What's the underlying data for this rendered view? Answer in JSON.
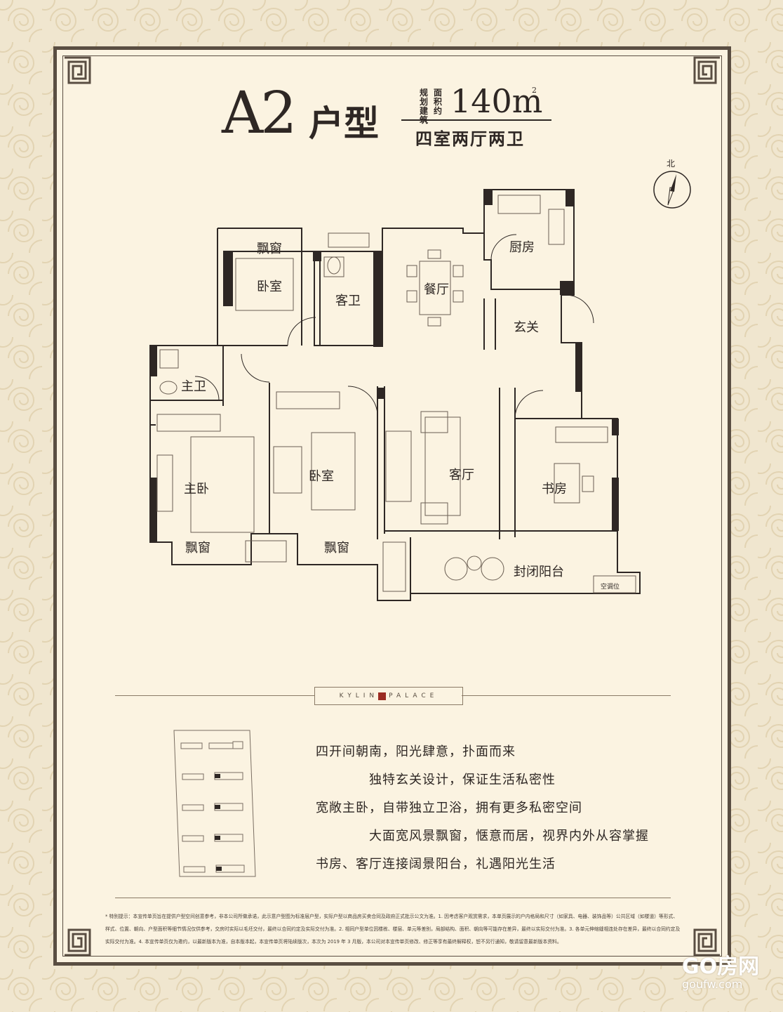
{
  "header": {
    "unit_letter": "A2",
    "unit_suffix": "户型",
    "area_labels": [
      "规划建筑",
      "面积约"
    ],
    "area_value": "140m",
    "area_unit_sup": "2",
    "room_summary": "四室两厅两卫"
  },
  "compass": {
    "label": "北"
  },
  "rooms": {
    "bay_window_top": "飘窗",
    "bedroom_north": "卧室",
    "guest_bath": "客卫",
    "dining": "餐厅",
    "kitchen": "厨房",
    "foyer": "玄关",
    "master_bath": "主卫",
    "master_bedroom": "主卧",
    "bedroom_south": "卧室",
    "living": "客厅",
    "study": "书房",
    "bay_window_master": "飘窗",
    "bay_window_bedroom": "飘窗",
    "enclosed_balcony": "封闭阳台",
    "ac_unit": "空调位"
  },
  "brand": {
    "left": "KYLIN",
    "right": "PALACE"
  },
  "features": [
    "四开间朝南，阳光肆意，扑面而来",
    "独特玄关设计，保证生活私密性",
    "宽敞主卧，自带独立卫浴，拥有更多私密空间",
    "大面宽风景飘窗，惬意而居，视界内外从容掌握",
    "书房、客厅连接阔景阳台，礼遇阳光生活"
  ],
  "disclaimer": "* 特别提示：本宣传单页旨在提供户型空间创意参考，非本公司所做承诺，此示意户型图为标准层户型，实际户型以商品房买卖合同及政府正式批示公文为准。1. 因考虑客户观赏需求，本单页展示的户内格局和尺寸（如家具、电器、装饰品等）公共区域（如楼道）等形式、样式、位置、朝向、户型面积等细节情况仅供参考，交房时实际以毛坯交付，最终以合同约定及实际交付为准。2. 相同户型单位因楼栋、楼层、单元等差别，局部结构、面积、朝向等可能存在差异，最终以实际交付为准。3. 各单元伸缩缝相连处存在差异，最终以合同约定及实际交付为准。4. 本宣传单页仅为邀约，以最新版本为准，自本版本起，本宣传单页将陆续版次，本次为 2019 年 3 月版，本公司对本宣传单页修改、修正等享有最终解释权，恕不另行通知，敬请留意最新版本资料。",
  "watermark": {
    "brand": "GO房网",
    "domain": "goufw.com"
  },
  "colors": {
    "ink": "#2e2724",
    "frame": "#5a4e42",
    "paper": "#fbf3e1",
    "seal": "#9b2b22"
  }
}
